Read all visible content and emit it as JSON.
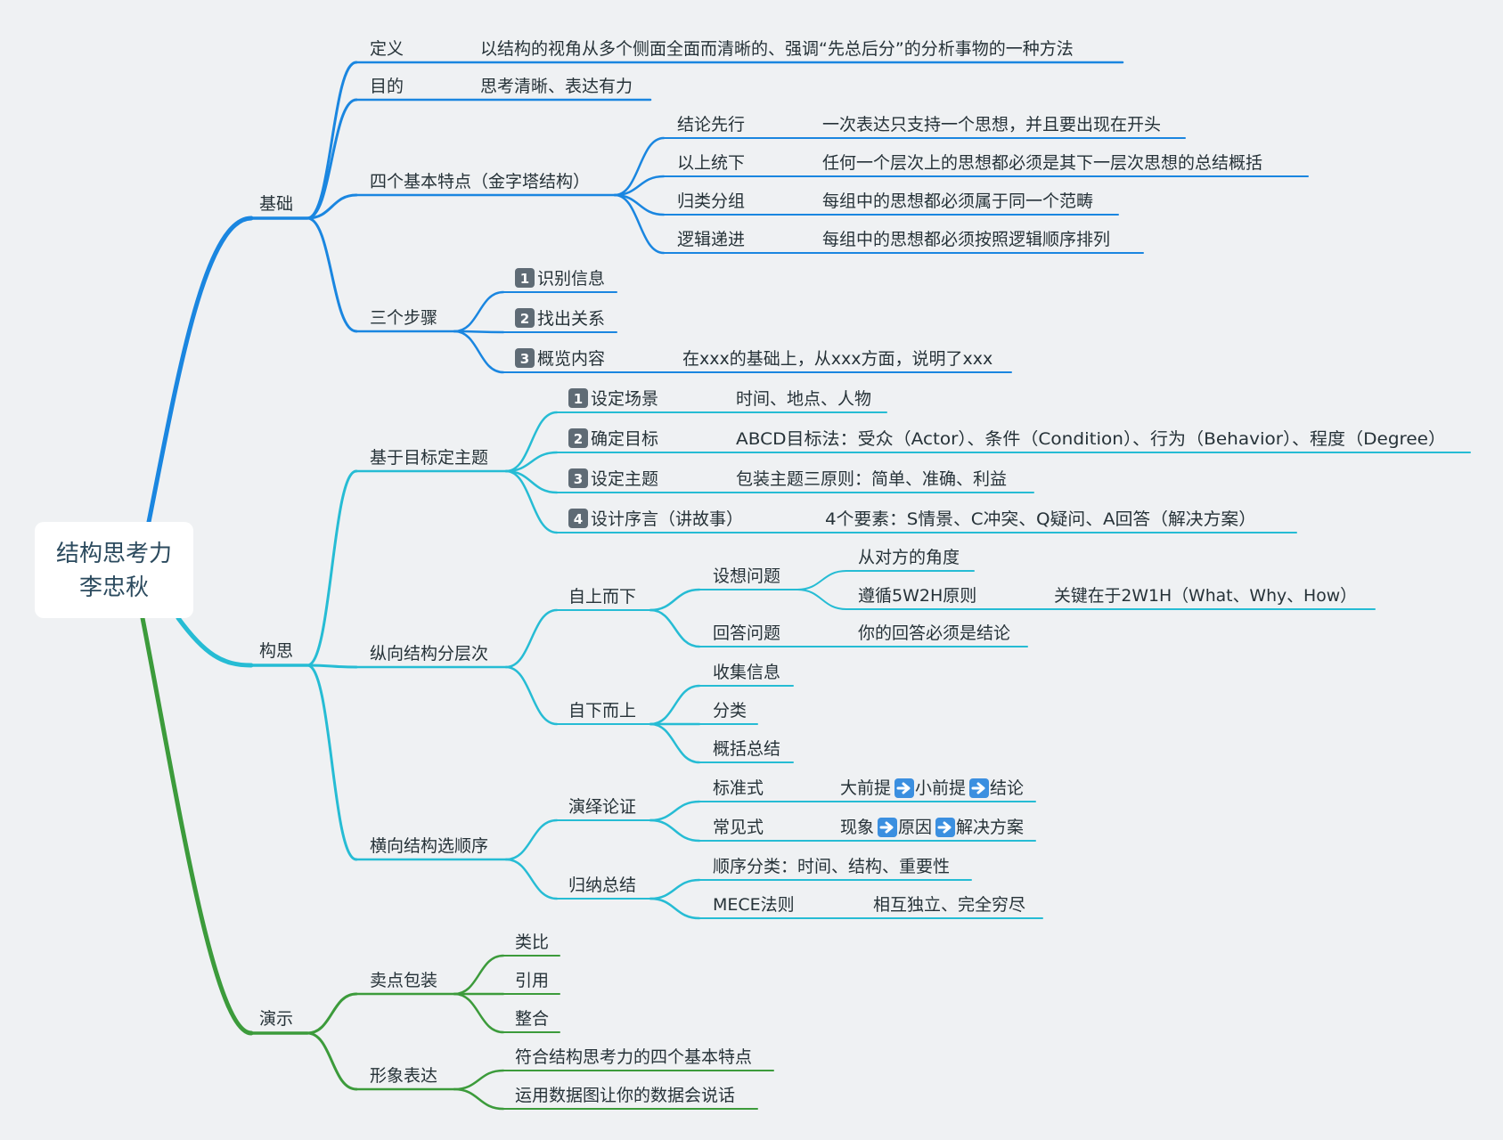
{
  "colors": {
    "blue": "#1a86e0",
    "cyan": "#26bcd4",
    "green": "#3c9b3b",
    "background": "#eff1f3"
  },
  "root": {
    "line1": "结构思考力",
    "line2": "李忠秋"
  },
  "branches": {
    "jichu": {
      "label": "基础",
      "dingyi": {
        "label": "定义",
        "desc": "以结构的视角从多个侧面全面而清晰的、强调“先总后分”的分析事物的一种方法"
      },
      "mudi": {
        "label": "目的",
        "desc": "思考清晰、表达有力"
      },
      "tedian": {
        "label": "四个基本特点（金字塔结构）",
        "items": [
          {
            "label": "结论先行",
            "desc": "一次表达只支持一个思想，并且要出现在开头"
          },
          {
            "label": "以上统下",
            "desc": "任何一个层次上的思想都必须是其下一层次思想的总结概括"
          },
          {
            "label": "归类分组",
            "desc": "每组中的思想都必须属于同一个范畴"
          },
          {
            "label": "逻辑递进",
            "desc": "每组中的思想都必须按照逻辑顺序排列"
          }
        ]
      },
      "buzhou": {
        "label": "三个步骤",
        "items": [
          {
            "num": "1",
            "label": "识别信息"
          },
          {
            "num": "2",
            "label": "找出关系"
          },
          {
            "num": "3",
            "label": "概览内容",
            "desc": "在xxx的基础上，从xxx方面，说明了xxx"
          }
        ]
      }
    },
    "gousi": {
      "label": "构思",
      "zhuti": {
        "label": "基于目标定主题",
        "items": [
          {
            "num": "1",
            "label": "设定场景",
            "desc": "时间、地点、人物"
          },
          {
            "num": "2",
            "label": "确定目标",
            "desc": "ABCD目标法：受众（Actor）、条件（Condition）、行为（Behavior）、程度（Degree）"
          },
          {
            "num": "3",
            "label": "设定主题",
            "desc": "包装主题三原则：简单、准确、利益"
          },
          {
            "num": "4",
            "label": "设计序言（讲故事）",
            "desc": "4个要素：S情景、C冲突、Q疑问、A回答（解决方案）"
          }
        ]
      },
      "zongxiang": {
        "label": "纵向结构分层次",
        "top_down": {
          "label": "自上而下",
          "shexiang": {
            "label": "设想问题",
            "item1": "从对方的角度",
            "item2": {
              "label": "遵循5W2H原则",
              "desc": "关键在于2W1H（What、Why、How）"
            }
          },
          "huida": {
            "label": "回答问题",
            "desc": "你的回答必须是结论"
          }
        },
        "bottom_up": {
          "label": "自下而上",
          "items": [
            "收集信息",
            "分类",
            "概括总结"
          ]
        }
      },
      "hengxiang": {
        "label": "横向结构选顺序",
        "yanyi": {
          "label": "演绎论证",
          "biaozhun": {
            "label": "标准式",
            "parts": [
              "大前提",
              "小前提",
              "结论"
            ]
          },
          "changjian": {
            "label": "常见式",
            "parts": [
              "现象",
              "原因",
              "解决方案"
            ]
          }
        },
        "guina": {
          "label": "归纳总结",
          "shunxu": "顺序分类：时间、结构、重要性",
          "mece": {
            "label": "MECE法则",
            "desc": "相互独立、完全穷尽"
          }
        }
      }
    },
    "yanshi": {
      "label": "演示",
      "maidian": {
        "label": "卖点包装",
        "items": [
          "类比",
          "引用",
          "整合"
        ]
      },
      "xingxiang": {
        "label": "形象表达",
        "items": [
          "符合结构思考力的四个基本特点",
          "运用数据图让你的数据会说话"
        ]
      }
    }
  }
}
